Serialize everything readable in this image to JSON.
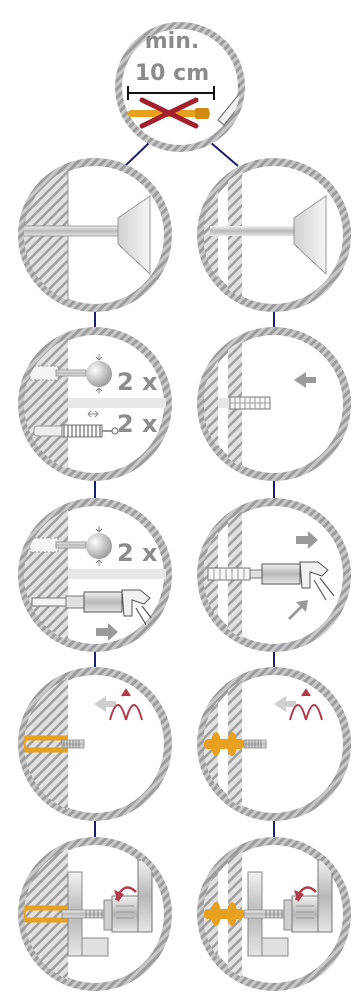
{
  "top": {
    "line1": "min.",
    "line2": "10 cm"
  },
  "steps": {
    "mult1": "2 x",
    "mult2": "2 x",
    "mult3": "2 x"
  },
  "colors": {
    "ring": "#a9a9a9",
    "hatch": "#8e8e8e",
    "connector": "#1c1e6e",
    "accent": "#e7a11e",
    "arrow_red": "#b23a4a",
    "cross": "#a21f2b",
    "metal": "#c8c8c8",
    "label": "#8c8c8c"
  },
  "icons": [
    "cross-icon",
    "arrow-left-icon",
    "arrow-right-icon",
    "arrow-diagonal-icon",
    "rotate-icon",
    "brush-icon",
    "blow-bulb-icon",
    "gun-icon",
    "anchor-rod-icon"
  ]
}
